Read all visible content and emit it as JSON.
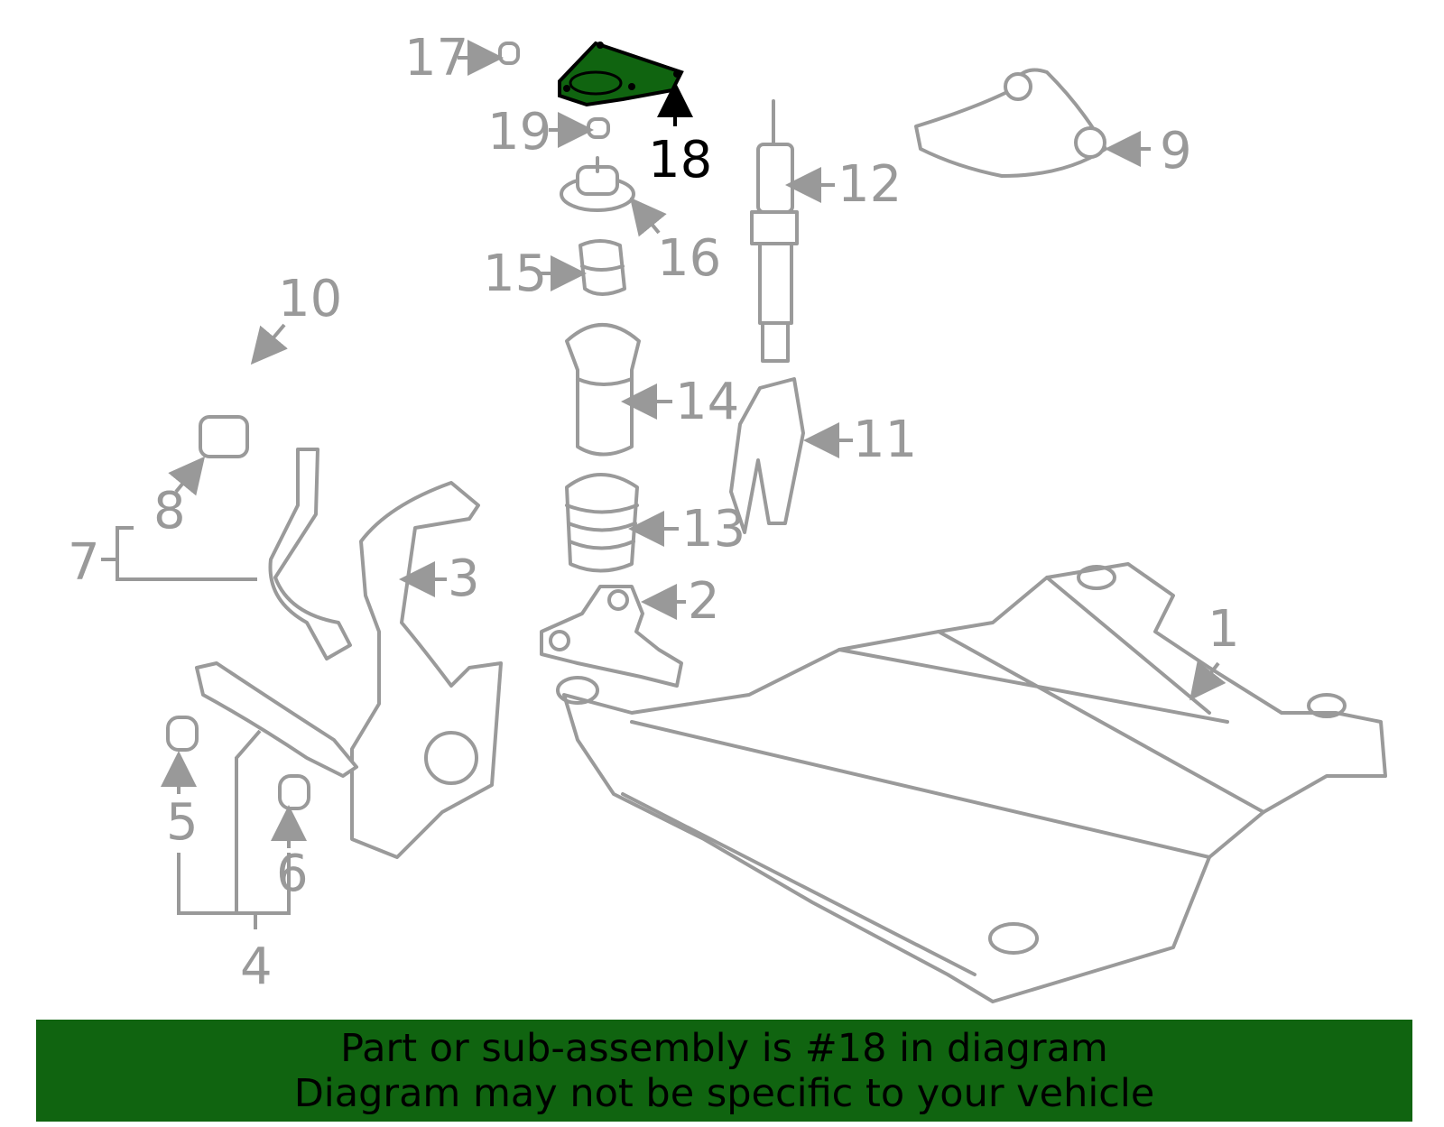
{
  "diagram": {
    "highlighted_part": "18",
    "highlight_color": "#106410",
    "line_color": "#9a9a9a",
    "callouts": [
      "1",
      "2",
      "3",
      "4",
      "5",
      "6",
      "7",
      "8",
      "9",
      "10",
      "11",
      "12",
      "13",
      "14",
      "15",
      "16",
      "17",
      "18",
      "19"
    ]
  },
  "banner": {
    "line1": "Part or sub-assembly is #18 in diagram",
    "line2": "Diagram may not be specific to your vehicle",
    "background": "#106410"
  }
}
